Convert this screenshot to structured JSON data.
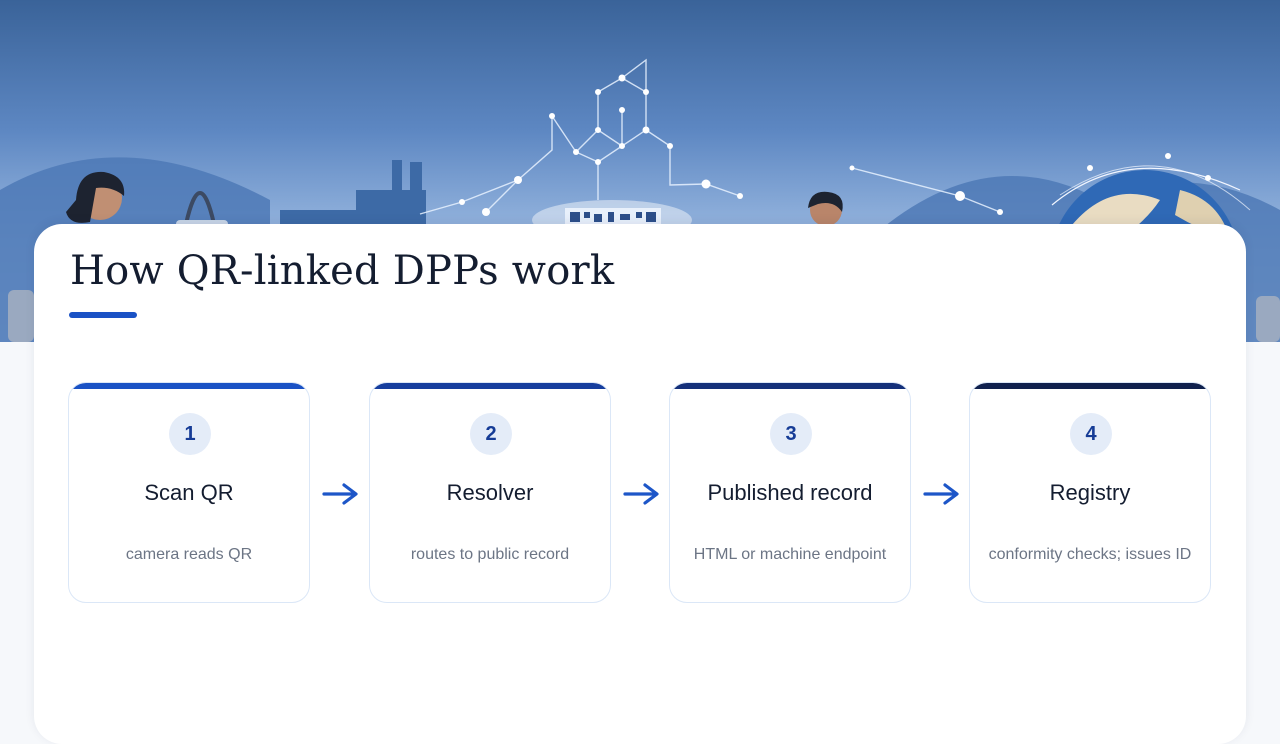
{
  "title": "How QR-linked DPPs work",
  "colors": {
    "accent": "#1a52c5",
    "arrow": "#1d56c8",
    "step_bars": [
      "#1a52c5",
      "#163e9e",
      "#14307a",
      "#10214e"
    ]
  },
  "steps": [
    {
      "number": "1",
      "title": "Scan QR",
      "desc": "camera reads QR"
    },
    {
      "number": "2",
      "title": "Resolver",
      "desc": "routes to public record"
    },
    {
      "number": "3",
      "title": "Published record",
      "desc": "HTML or machine endpoint"
    },
    {
      "number": "4",
      "title": "Registry",
      "desc": "conformity checks; issues ID"
    }
  ]
}
